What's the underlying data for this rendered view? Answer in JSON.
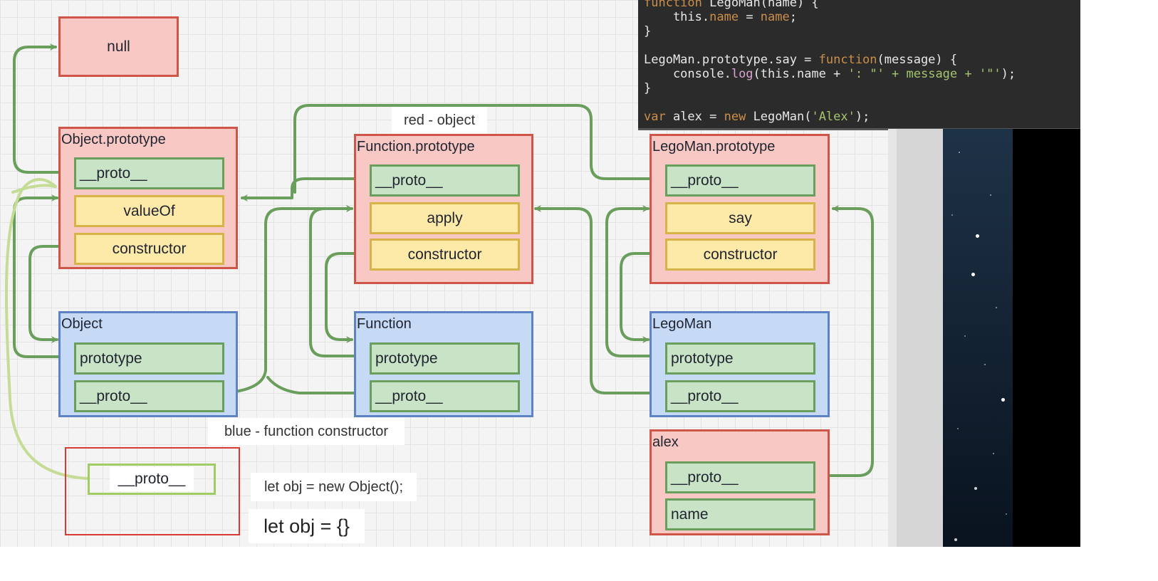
{
  "notes": {
    "red_object": "red - object",
    "blue_function_constructor": "blue - function constructor",
    "new_object": "let obj = new Object();",
    "obj_literal": "let obj = {}"
  },
  "boxes": {
    "null": {
      "label": "null"
    },
    "object_prototype": {
      "title": "Object.prototype",
      "proto": "__proto__",
      "valueOf": "valueOf",
      "constructor": "constructor"
    },
    "function_prototype": {
      "title": "Function.prototype",
      "proto": "__proto__",
      "apply": "apply",
      "constructor": "constructor"
    },
    "legoman_prototype": {
      "title": "LegoMan.prototype",
      "proto": "__proto__",
      "say": "say",
      "constructor": "constructor"
    },
    "object": {
      "title": "Object",
      "prototype": "prototype",
      "proto": "__proto__"
    },
    "function": {
      "title": "Function",
      "prototype": "prototype",
      "proto": "__proto__"
    },
    "legoman": {
      "title": "LegoMan",
      "prototype": "prototype",
      "proto": "__proto__"
    },
    "alex": {
      "title": "alex",
      "proto": "__proto__",
      "name": "name"
    },
    "obj": {
      "proto": "__proto__"
    }
  },
  "code": {
    "l1": {
      "kw": "function",
      "rest": " LegoMan(name) {"
    },
    "l2": {
      "a": "    this.",
      "b": "name",
      "c": " = ",
      "d": "name",
      "e": ";"
    },
    "l3": "}",
    "l4": {
      "a": "LegoMan.prototype.say = ",
      "kw": "function",
      "b": "(message) {"
    },
    "l5": {
      "a": "    console.",
      "b": "log",
      "c": "(this.name + ",
      "d": "': \"'",
      "e": " + message + ",
      "f": "'\"'",
      "g": ");"
    },
    "l6": "}",
    "l7": {
      "kw": "var",
      "a": " alex = ",
      "kw2": "new",
      "b": " LegoMan(",
      "s": "'Alex'",
      "c": ");"
    }
  },
  "colors": {
    "object_fill": "#f8c9c4",
    "object_border": "#cf5548",
    "constructor_fill": "#c6d9f5",
    "constructor_border": "#5d83c4",
    "proto_slot_fill": "#c9e3c6",
    "method_slot_fill": "#fde9a8",
    "arrow": "#6a9e5c",
    "highlight_arrow": "#c5dc96",
    "code_bg": "#2b2b2b"
  }
}
